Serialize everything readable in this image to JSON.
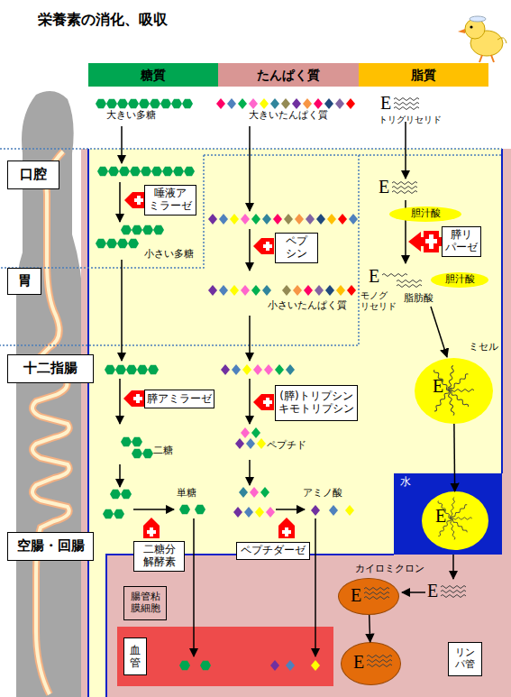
{
  "diagram": {
    "title": "栄養素の消化、吸収",
    "nodes": [
      {
        "text": [
          "糖質"
        ]
      },
      {
        "text": [
          "たんぱく質"
        ]
      },
      {
        "text": [
          "脂質"
        ]
      },
      {
        "text": [
          "口腔"
        ]
      },
      {
        "text": [
          "唾液ア ミラーゼ"
        ]
      },
      {
        "text": [
          "ペプ シン"
        ]
      },
      {
        "text": [
          "胆汁酸"
        ]
      },
      {
        "text": [
          "膵リ パーゼ"
        ]
      },
      {
        "text": [
          "胃"
        ]
      },
      {
        "text": [
          "胆汁酸"
        ]
      },
      {
        "text": [
          "十二指腸"
        ]
      },
      {
        "text": [
          "ミセル",
          "E"
        ]
      },
      {
        "text": [
          "膵アミラーゼ"
        ]
      },
      {
        "text": [
          "(膵)トリプシン キモトリプシン"
        ]
      },
      {
        "text": [
          "水"
        ]
      },
      {
        "text": [
          "E"
        ],
        "in": 14
      },
      {
        "text": [
          "空腸・回腸"
        ]
      },
      {
        "text": [
          "二糖分 解酵素"
        ]
      },
      {
        "text": [
          "ペプチダーゼ"
        ]
      },
      {
        "text": [
          "腸管粘 膜細胞"
        ]
      },
      {
        "text": [
          "カイロミクロン",
          "E"
        ]
      },
      {
        "text": [
          "血 管"
        ]
      },
      {
        "text": [
          "E"
        ]
      },
      {
        "text": [
          "リン パ管"
        ]
      }
    ],
    "edges": [
      {
        "from": 11,
        "to": 15,
        "arrow": "to"
      },
      {
        "from": 20,
        "to": 22,
        "arrow": "to"
      }
    ],
    "labels": [
      "大きい多糖",
      "大きいたんぱく質",
      "E",
      "トリグリセリド",
      "E",
      "小さい多糖",
      "小さいたんぱく質",
      "E",
      "モノグ リセリド",
      "脂肪酸",
      "二糖",
      "ペプチド",
      "単糖",
      "アミノ酸",
      "E"
    ]
  }
}
